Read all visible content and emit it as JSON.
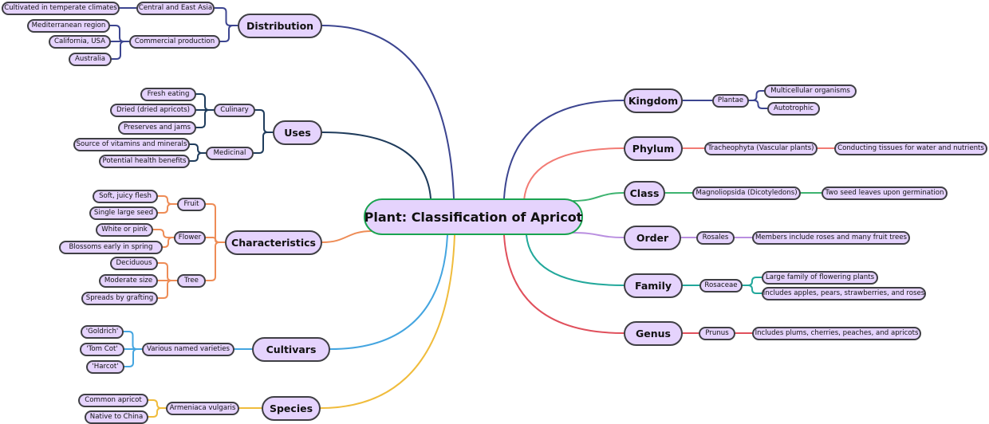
{
  "title": "Plant: Classification of Apricot",
  "colors": {
    "node_fill": "#e5d3fd",
    "node_border": "#3f3f44",
    "root_border": "#1aa350"
  },
  "branches": [
    {
      "label": "Distribution",
      "side": "left",
      "color": "#3c4590",
      "children": [
        {
          "label": "Central and East Asia",
          "children": [
            {
              "label": "Cultivated in temperate climates"
            }
          ]
        },
        {
          "label": "Commercial production",
          "children": [
            {
              "label": "Mediterranean region"
            },
            {
              "label": "California, USA"
            },
            {
              "label": "Australia"
            }
          ]
        }
      ]
    },
    {
      "label": "Uses",
      "side": "left",
      "color": "#1f3c5c",
      "children": [
        {
          "label": "Culinary",
          "children": [
            {
              "label": "Fresh eating"
            },
            {
              "label": "Dried (dried apricots)"
            },
            {
              "label": "Preserves and jams"
            }
          ]
        },
        {
          "label": "Medicinal",
          "children": [
            {
              "label": "Source of vitamins and minerals"
            },
            {
              "label": "Potential health benefits"
            }
          ]
        }
      ]
    },
    {
      "label": "Characteristics",
      "side": "left",
      "color": "#ee8c56",
      "children": [
        {
          "label": "Fruit",
          "children": [
            {
              "label": "Soft, juicy flesh"
            },
            {
              "label": "Single large seed"
            }
          ]
        },
        {
          "label": "Flower",
          "children": [
            {
              "label": "White or pink"
            },
            {
              "label": "Blossoms early in spring"
            }
          ]
        },
        {
          "label": "Tree",
          "children": [
            {
              "label": "Deciduous"
            },
            {
              "label": "Moderate size"
            },
            {
              "label": "Spreads by grafting"
            }
          ]
        }
      ]
    },
    {
      "label": "Cultivars",
      "side": "left",
      "color": "#44a5e0",
      "children": [
        {
          "label": "Various named varieties",
          "children": [
            {
              "label": "'Goldrich'"
            },
            {
              "label": "'Tom Cot'"
            },
            {
              "label": "'Harcot'"
            }
          ]
        }
      ]
    },
    {
      "label": "Species",
      "side": "left",
      "color": "#f0bc3c",
      "children": [
        {
          "label": "Armeniaca vulgaris",
          "children": [
            {
              "label": "Common apricot"
            },
            {
              "label": "Native to China"
            }
          ]
        }
      ]
    },
    {
      "label": "Kingdom",
      "side": "right",
      "color": "#3c4590",
      "children": [
        {
          "label": "Plantae",
          "children": [
            {
              "label": "Multicellular organisms"
            },
            {
              "label": "Autotrophic"
            }
          ]
        }
      ]
    },
    {
      "label": "Phylum",
      "side": "right",
      "color": "#f27b74",
      "children": [
        {
          "label": "Tracheophyta (Vascular plants)",
          "children": [
            {
              "label": "Conducting tissues for water and nutrients"
            }
          ]
        }
      ]
    },
    {
      "label": "Class",
      "side": "right",
      "color": "#3db36f",
      "children": [
        {
          "label": "Magnoliopsida (Dicotyledons)",
          "children": [
            {
              "label": "Two seed leaves upon germination"
            }
          ]
        }
      ]
    },
    {
      "label": "Order",
      "side": "right",
      "color": "#b98ee0",
      "children": [
        {
          "label": "Rosales",
          "children": [
            {
              "label": "Members include roses and many fruit trees"
            }
          ]
        }
      ]
    },
    {
      "label": "Family",
      "side": "right",
      "color": "#22a89b",
      "children": [
        {
          "label": "Rosaceae",
          "children": [
            {
              "label": "Large family of flowering plants"
            },
            {
              "label": "Includes apples, pears, strawberries, and roses"
            }
          ]
        }
      ]
    },
    {
      "label": "Genus",
      "side": "right",
      "color": "#e0505c",
      "children": [
        {
          "label": "Prunus",
          "children": [
            {
              "label": "Includes plums, cherries, peaches, and apricots"
            }
          ]
        }
      ]
    }
  ]
}
